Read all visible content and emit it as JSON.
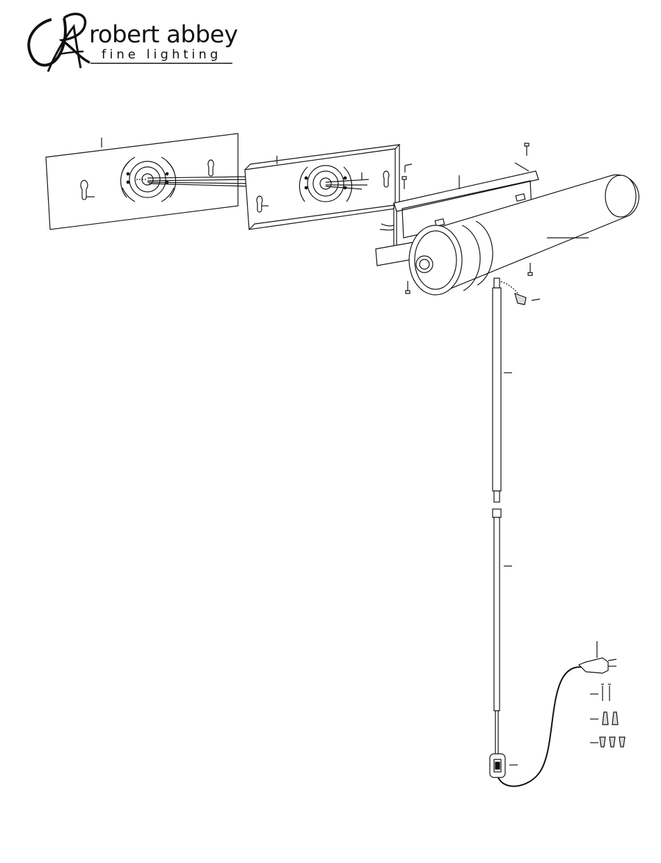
{
  "header": {
    "brand_name": "robert abbey",
    "tagline": "fine lighting",
    "monogram_icon": "ra-monogram-icon"
  },
  "diagram": {
    "type": "exploded-assembly",
    "parts": [
      {
        "name": "wall-plate-part",
        "icon": "wall-plate-icon"
      },
      {
        "name": "mounting-bracket-part",
        "icon": "mounting-bracket-icon"
      },
      {
        "name": "backplate-frame-part",
        "icon": "backplate-frame-icon"
      },
      {
        "name": "cylinder-shade-part",
        "icon": "cylinder-shade-icon"
      },
      {
        "name": "top-screw-part",
        "icon": "screw-icon"
      },
      {
        "name": "side-screw-part",
        "icon": "screw-icon"
      },
      {
        "name": "bottom-screw-part",
        "icon": "screw-icon"
      },
      {
        "name": "shade-screw-part",
        "icon": "screw-icon"
      },
      {
        "name": "wire-nut-part",
        "icon": "wire-nut-icon"
      },
      {
        "name": "upper-cord-cover-part",
        "icon": "cord-cover-icon"
      },
      {
        "name": "lower-cord-cover-part",
        "icon": "cord-cover-icon"
      },
      {
        "name": "plug-part",
        "icon": "plug-icon"
      },
      {
        "name": "long-screws-part",
        "icon": "screw-icon"
      },
      {
        "name": "wall-anchors-part",
        "icon": "anchor-icon"
      },
      {
        "name": "short-anchors-part",
        "icon": "anchor-icon"
      },
      {
        "name": "inline-switch-part",
        "icon": "switch-icon"
      }
    ]
  }
}
